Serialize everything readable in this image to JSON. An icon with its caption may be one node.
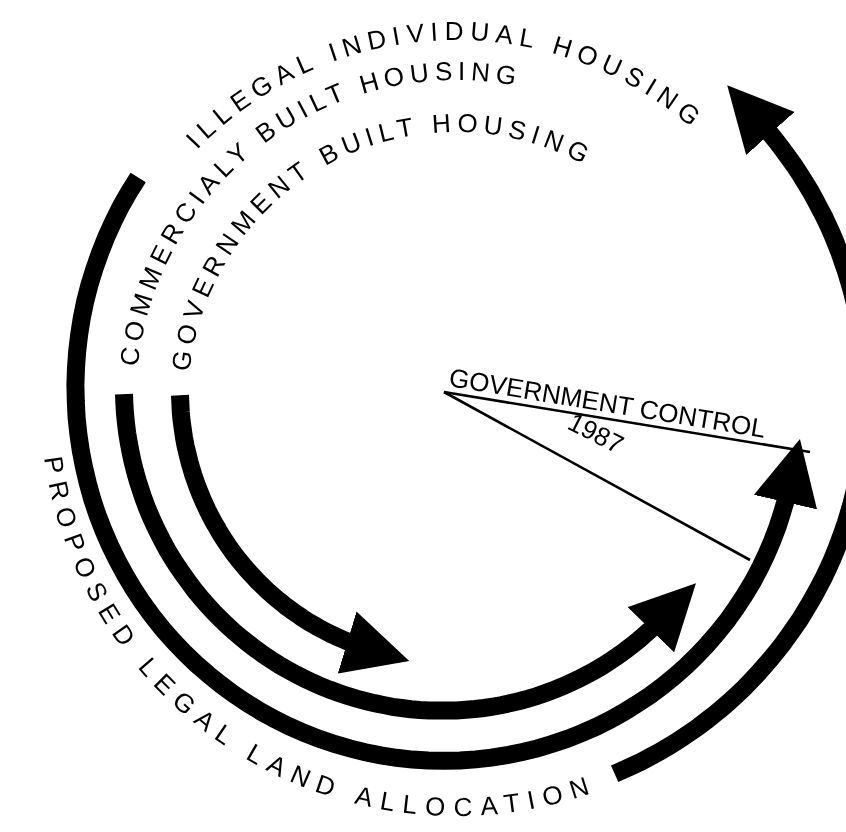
{
  "diagram": {
    "labels": [
      "ILLEGAL INDIVIDUAL HOUSING",
      "COMMERCIALY BUILT HOUSING",
      "GOVERNMENT BUILT HOUSING",
      "GOVERNMENT CONTROL",
      "1987",
      "PROPOSED LEGAL LAND ALLOCATION"
    ]
  }
}
